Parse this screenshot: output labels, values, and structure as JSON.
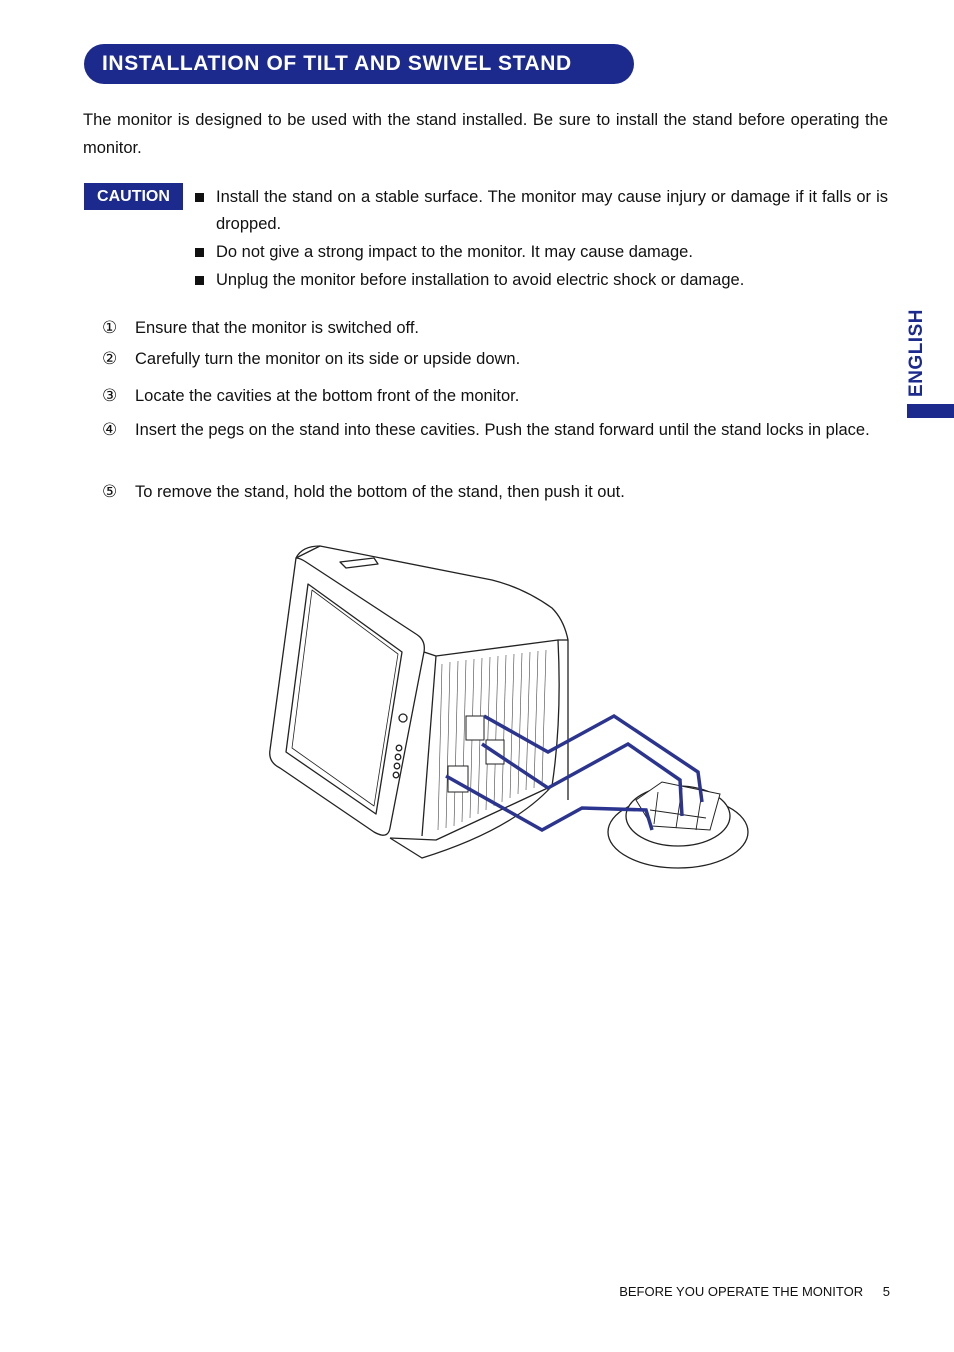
{
  "header": {
    "title": "INSTALLATION OF TILT AND SWIVEL STAND"
  },
  "intro": "The monitor is designed to be used with the stand installed. Be sure to install the stand before operating the monitor.",
  "caution": {
    "badge": "CAUTION",
    "items": [
      "Install the stand on a stable surface. The monitor may cause injury or damage if it falls or is dropped.",
      "Do not give a strong impact to the monitor. It may cause damage.",
      "Unplug the monitor before installation to avoid electric shock or damage."
    ]
  },
  "steps": [
    {
      "num": "①",
      "text": "Ensure that the monitor is switched off."
    },
    {
      "num": "②",
      "text": "Carefully turn the monitor on its side or upside down."
    },
    {
      "num": "③",
      "text": "Locate the cavities at the bottom front of the monitor."
    },
    {
      "num": "④",
      "text": "Insert the pegs on the stand into these cavities. Push the stand forward until the stand locks in place."
    },
    {
      "num": "⑤",
      "text": "To remove the stand, hold the bottom of the stand, then push it out."
    }
  ],
  "side_tab": {
    "label": "ENGLISH"
  },
  "footer": {
    "section": "BEFORE YOU OPERATE THE MONITOR",
    "page": "5"
  },
  "colors": {
    "accent": "#1b2a8c",
    "text": "#111111",
    "line_art": "#222222"
  },
  "figure": {
    "icon": "monitor-stand-installation-illustration"
  }
}
